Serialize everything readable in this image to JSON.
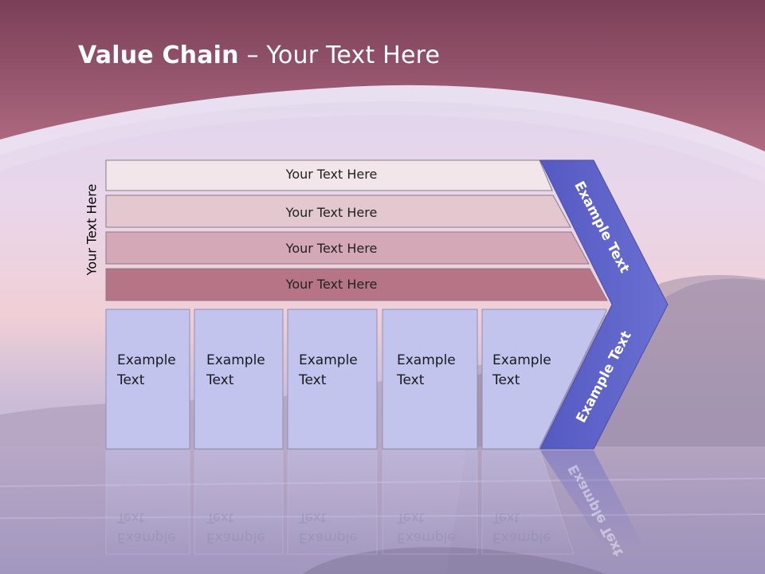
{
  "slide": {
    "title_bold": "Value Chain",
    "title_rest": " – Your Text Here",
    "vertical_label": "Your Text Here",
    "support_bars": [
      "Your Text Here",
      "Your Text Here",
      "Your Text Here",
      "Your Text Here"
    ],
    "primary_boxes": [
      {
        "line1": "Example",
        "line2": "Text"
      },
      {
        "line1": "Example",
        "line2": "Text"
      },
      {
        "line1": "Example",
        "line2": "Text"
      },
      {
        "line1": "Example",
        "line2": "Text"
      },
      {
        "line1": "Example",
        "line2": "Text"
      }
    ],
    "arrow_upper_label": "Example Text",
    "arrow_lower_label": "Example Text"
  },
  "colors": {
    "header": "#9b5a70",
    "bar1": "#f2e6ea",
    "bar2": "#e3c8d0",
    "bar3": "#d4a8b6",
    "bar4": "#b67586",
    "box_fill": "#c3c4ee",
    "arrow_fill": "#5f63c8"
  }
}
